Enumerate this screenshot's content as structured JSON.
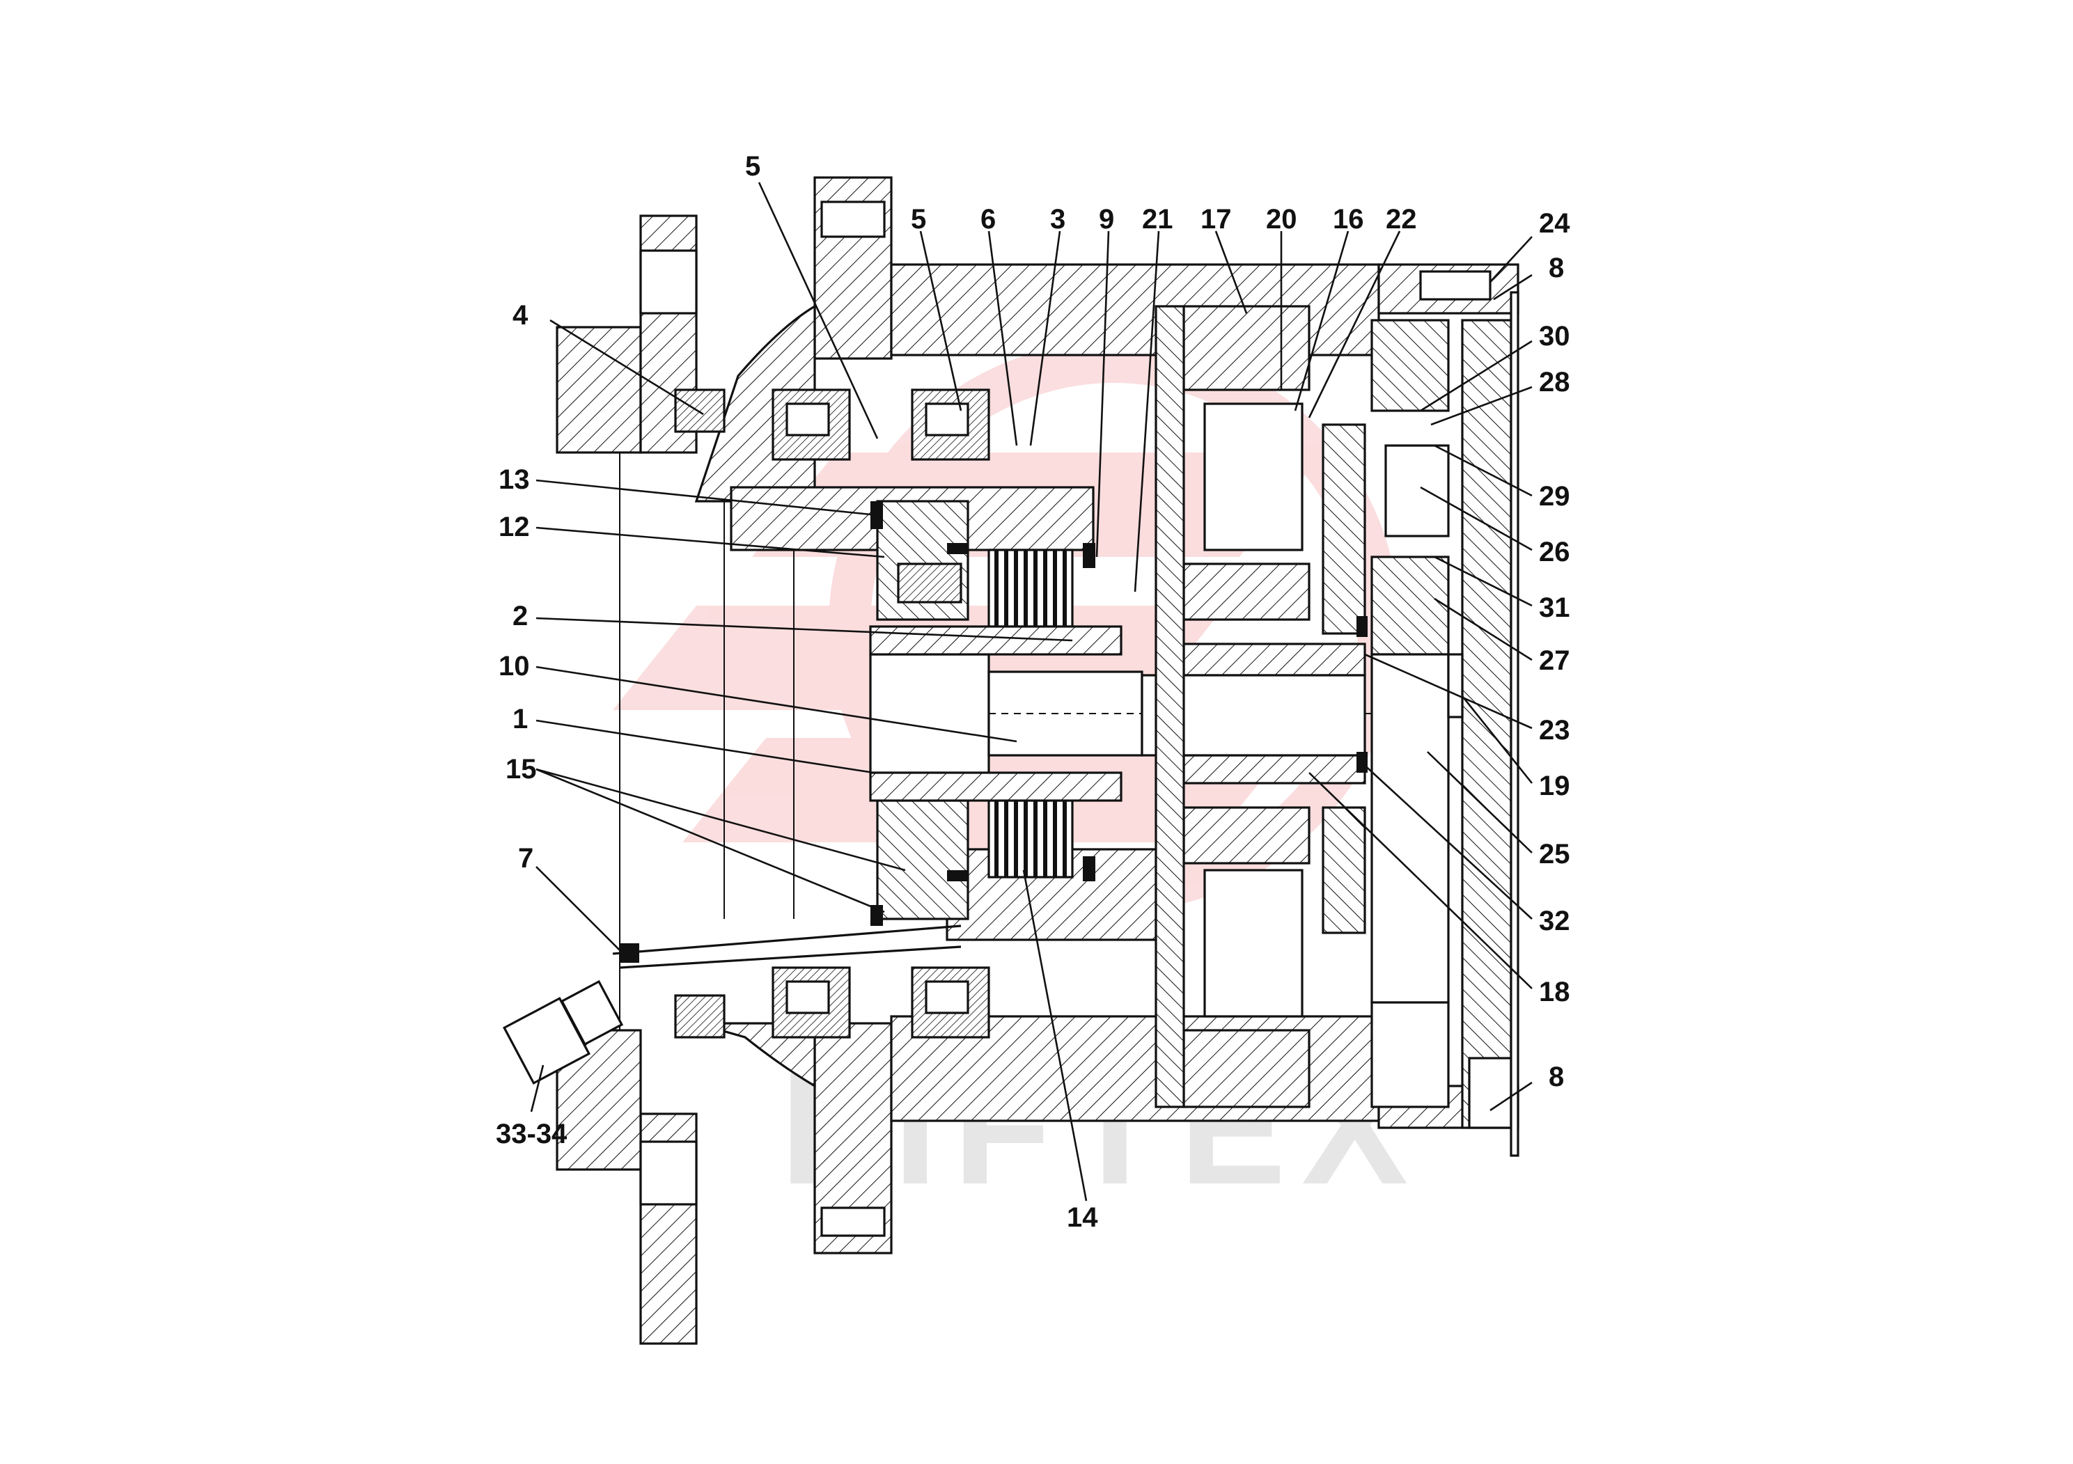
{
  "drawing": {
    "part_labels": [
      "5",
      "5",
      "6",
      "3",
      "9",
      "21",
      "17",
      "20",
      "16",
      "22",
      "24",
      "8",
      "30",
      "28",
      "29",
      "26",
      "31",
      "27",
      "23",
      "19",
      "25",
      "32",
      "18",
      "8",
      "4",
      "13",
      "12",
      "2",
      "10",
      "1",
      "15",
      "7",
      "33-34",
      "14"
    ],
    "watermark": "LIFTEX",
    "colors": {
      "ink": "#111111",
      "watermark_red": "#e8323a",
      "watermark_grey": "#d2d2d2",
      "paper": "#ffffff"
    }
  }
}
